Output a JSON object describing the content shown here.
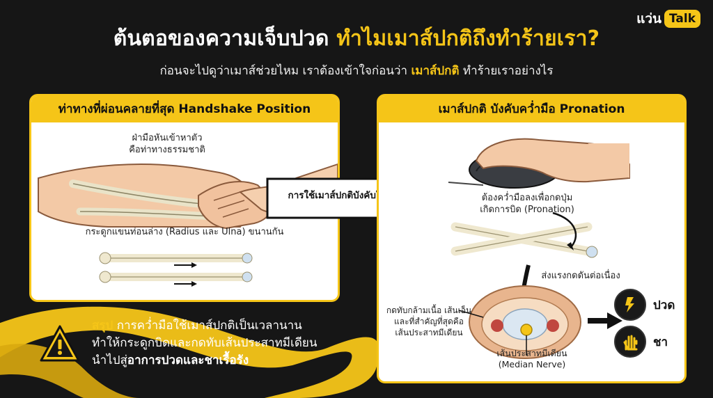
{
  "brand": {
    "part1": "แว่น",
    "part2": "Talk"
  },
  "header": {
    "title_part1": "ต้นตอของความเจ็บปวด",
    "title_part2": "ทำไมเมาส์ปกติถึงทำร้ายเรา?",
    "subtitle_part1": "ก่อนจะไปดูว่าเมาส์ช่วยไหม เราต้องเข้าใจก่อนว่า",
    "subtitle_part2": "เมาส์ปกติ",
    "subtitle_part3": "ทำร้ายเราอย่างไร"
  },
  "left_panel": {
    "heading": "ท่าทางที่ผ่อนคลายที่สุด Handshake Position",
    "palm_note_line1": "ฝ่ามือหันเข้าหาตัว",
    "palm_note_line2": "คือท่าทางธรรมชาติ",
    "bones_note": "กระดูกแขนท่อนล่าง (Radius และ Ulna) ขนานกัน"
  },
  "center_arrow": {
    "label": "การใช้เมาส์ปกติบังคับให้เปลี่ยนท่า"
  },
  "right_panel": {
    "heading": "เมาส์ปกติ บังคับคว่ำมือ Pronation",
    "press_note_line1": "ต้องคว่ำมือลงเพื่อกดปุ่ม",
    "press_note_line2": "เกิดการบิด (Pronation)",
    "pressure_note": "ส่งแรงกดดันต่อเนื่อง",
    "compress_line1": "กดทับกล้ามเนื้อ เส้นเอ็น",
    "compress_line2": "และที่สำคัญที่สุดคือ",
    "compress_line3": "เส้นประสาทมีเดียน",
    "nerve_line1": "เส้นประสาทมีเดียน",
    "nerve_line2": "(Median Nerve)",
    "symptom_pain": "ปวด",
    "symptom_numb": "ชา"
  },
  "conclusion": {
    "lead": "สรุป",
    "line1_rest": " การคว่ำมือใช้เมาส์ปกติเป็นเวลานาน",
    "line2": "ทำให้กระดูกบิดและกดทับเส้นประสาทมีเดียน",
    "line3_start": "นำไปสู่",
    "line3_bold": "อาการปวดและชาเรื้อรัง"
  },
  "colors": {
    "accent": "#f5c518",
    "background": "#161616",
    "panel": "#ffffff"
  }
}
